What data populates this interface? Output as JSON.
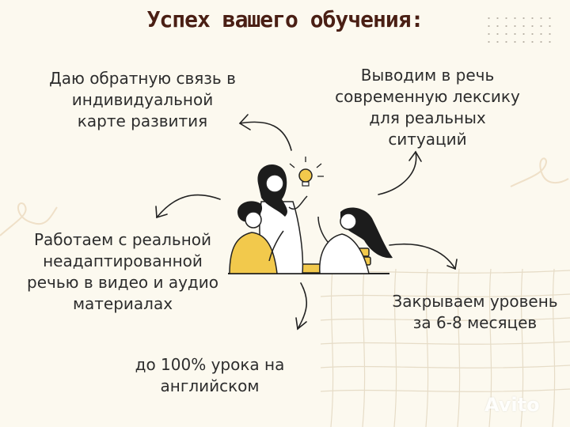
{
  "title": "Успех вашего обучения:",
  "items": [
    {
      "text": "Даю обратную связь в индивидуальной карте развития"
    },
    {
      "text": "Выводим в речь современную лексику для реальных ситуаций"
    },
    {
      "text": "Работаем с реальной неадаптированной речью в видео и аудио материалах"
    },
    {
      "text": "Закрываем уровень за 6-8 месяцев"
    },
    {
      "text": "до 100% урока на английском"
    }
  ],
  "watermark": "Avito",
  "colors": {
    "title": "#4a1f14",
    "background": "#fcf9ef",
    "accent": "#f2c94c"
  }
}
